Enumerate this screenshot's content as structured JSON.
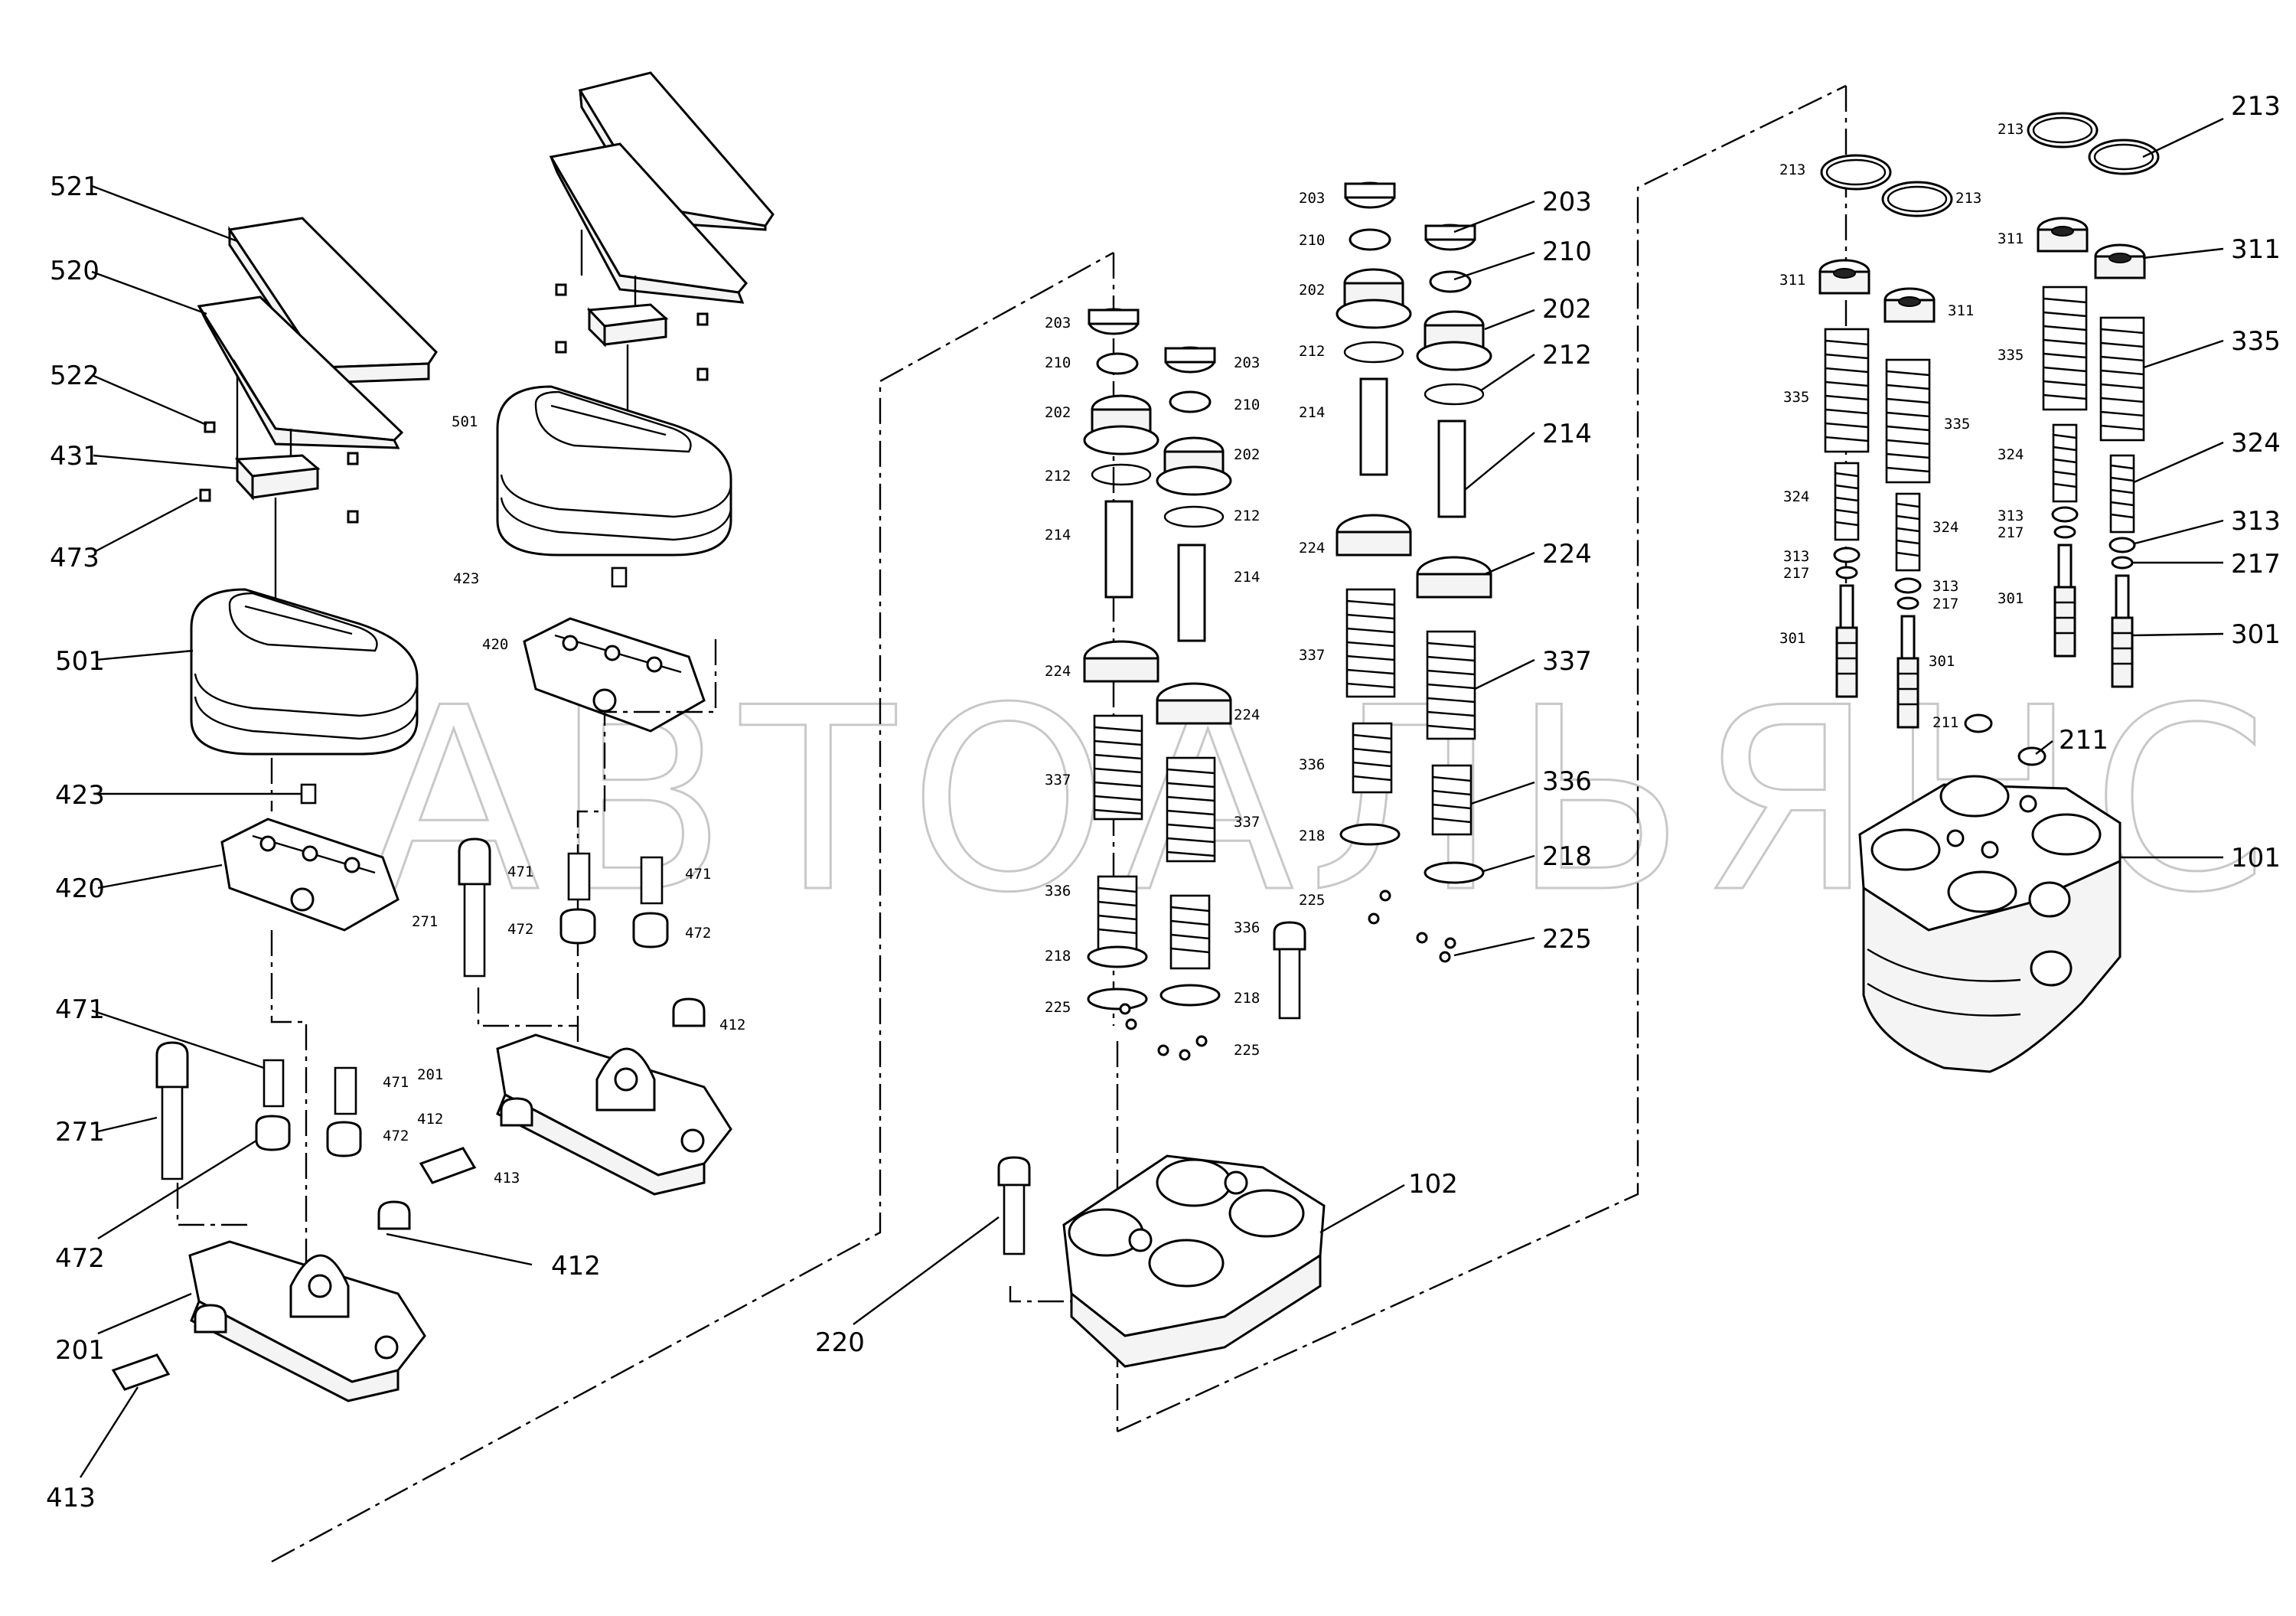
{
  "watermark": "АВТОАЛЬЯНС",
  "labels": {
    "l521": "521",
    "l520": "520",
    "l522": "522",
    "l431": "431",
    "l473": "473",
    "l501": "501",
    "l423": "423",
    "l420": "420",
    "l471": "471",
    "l271": "271",
    "l472": "472",
    "l201": "201",
    "l413": "413",
    "l412": "412",
    "l220": "220",
    "l102": "102",
    "l101": "101",
    "l203": "203",
    "l210": "210",
    "l202": "202",
    "l212": "212",
    "l214": "214",
    "l224": "224",
    "l337": "337",
    "l336": "336",
    "l218": "218",
    "l225": "225",
    "l213": "213",
    "l311": "311",
    "l335": "335",
    "l324": "324",
    "l313": "313",
    "l217": "217",
    "l301": "301",
    "l211": "211"
  }
}
